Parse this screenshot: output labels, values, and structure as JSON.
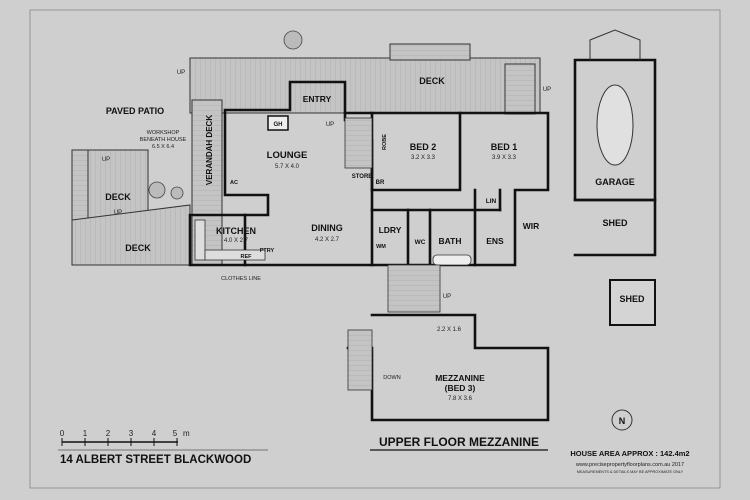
{
  "address": "14 ALBERT STREET BLACKWOOD",
  "floor_title": "UPPER FLOOR MEZZANINE",
  "house_area": "HOUSE AREA APPROX : 142.4m2",
  "website": "www.precisepropertyfloorplans.com.au 2017",
  "disclaimer": "MEASUREMENTS & DETAILS MAY BE APPROXIMATE ONLY",
  "north_label": "N",
  "scale": {
    "ticks": [
      "0",
      "1",
      "2",
      "3",
      "4",
      "5"
    ],
    "unit": "m"
  },
  "rooms": {
    "deck_top": "DECK",
    "paved_patio": "PAVED PATIO",
    "workshop": "WORKSHOP\nBENEATH HOUSE\n6.5 X 6.4",
    "verandah": "VERANDAH DECK",
    "entry": "ENTRY",
    "gh": "GH",
    "lounge": "LOUNGE",
    "lounge_dim": "5.7 X 4.0",
    "robe": "ROBE",
    "store": "STORE",
    "br": "BR",
    "bed2": "BED 2",
    "bed2_dim": "3.2 X 3.3",
    "bed1": "BED 1",
    "bed1_dim": "3.9 X 3.3",
    "garage": "GARAGE",
    "shed1": "SHED",
    "shed2": "SHED",
    "lin": "LIN",
    "wir": "WIR",
    "ens": "ENS",
    "bath": "BATH",
    "wc": "WC",
    "ldry": "LDRY",
    "wm": "WM",
    "kitchen": "KITCHEN",
    "kitchen_dim": "4.0 X 2.7",
    "ref": "REF",
    "ptry": "PTRY",
    "dining": "DINING",
    "dining_dim": "4.2 X 2.7",
    "ac": "AC",
    "deck_left": "DECK",
    "deck_lower": "DECK",
    "clothes_line": "CLOTHES LINE",
    "mezz": "MEZZANINE",
    "mezz_bed": "(BED 3)",
    "mezz_dim": "7.8 X 3.6",
    "mezz_small": "2.2 X 1.6",
    "down": "DOWN"
  },
  "arrows": {
    "up1": "UP",
    "up2": "UP",
    "up3": "UP",
    "up4": "UP",
    "up5": "UP",
    "up6": "UP"
  }
}
